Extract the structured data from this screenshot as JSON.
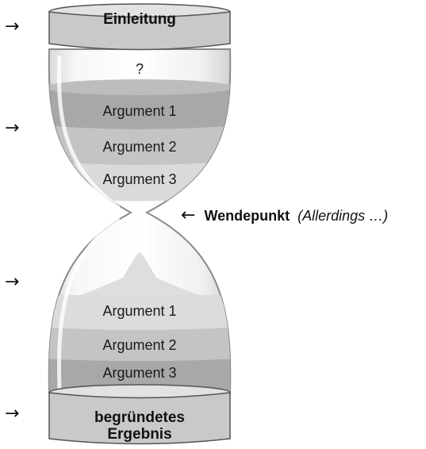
{
  "top_cap": {
    "label": "Einleitung"
  },
  "upper_bulb": {
    "question": "?",
    "arguments": [
      "Argument 1",
      "Argument 2",
      "Argument 3"
    ]
  },
  "lower_bulb": {
    "arguments": [
      "Argument 1",
      "Argument 2",
      "Argument 3"
    ]
  },
  "turning_point": {
    "arrow": "←",
    "label": "Wendepunkt",
    "note": "(Allerdings …)"
  },
  "bottom_cap": {
    "line1": "begründetes",
    "line2": "Ergebnis"
  },
  "side_arrows": [
    "→",
    "→",
    "→",
    "→"
  ],
  "colors": {
    "cap_fill": "#c9c9c9",
    "cap_stroke": "#555555",
    "glass": "#eeeeee",
    "band_dark": "#a8a8a8",
    "band_mid": "#c4c4c4",
    "band_light": "#dadada"
  }
}
